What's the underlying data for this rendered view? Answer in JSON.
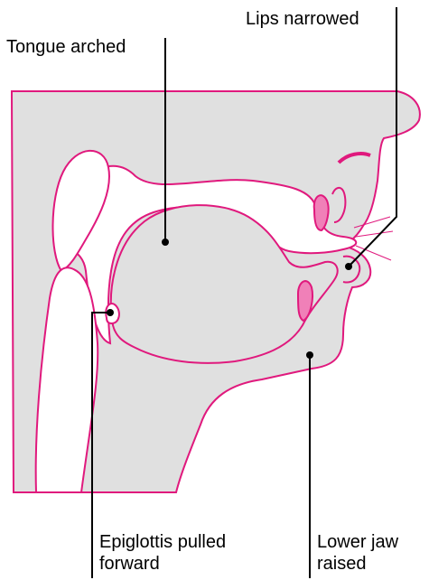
{
  "labels": {
    "tongue": "Tongue arched",
    "lips": "Lips narrowed",
    "epiglottis_line1": "Epiglottis pulled",
    "epiglottis_line2": "forward",
    "jaw_line1": "Lower jaw",
    "jaw_line2": "raised"
  },
  "colors": {
    "outline": "#e0197d",
    "fill": "#e0e0e0",
    "cavity": "#ffffff",
    "accent": "#f080b8",
    "leader": "#000000"
  }
}
